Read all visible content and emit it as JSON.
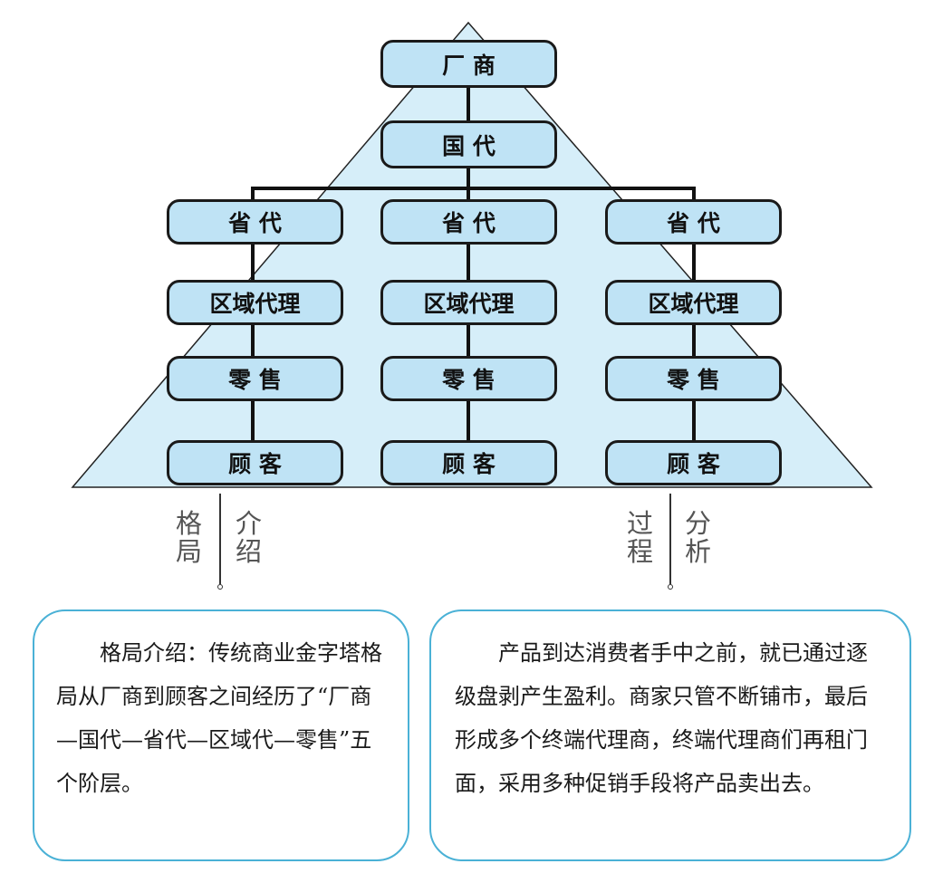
{
  "colors": {
    "triangle_fill": "#d6eef9",
    "node_fill": "#bfe3f5",
    "node_border": "#1a1a1a",
    "panel_border": "#4ab1d6",
    "label_text": "#555555"
  },
  "diagram": {
    "top_node": "厂 商",
    "second_node": "国 代",
    "branches": [
      {
        "province": "省 代",
        "region": "区域代理",
        "retail": "零 售",
        "customer": "顾 客"
      },
      {
        "province": "省 代",
        "region": "区域代理",
        "retail": "零 售",
        "customer": "顾 客"
      },
      {
        "province": "省 代",
        "region": "区域代理",
        "retail": "零 售",
        "customer": "顾 客"
      }
    ]
  },
  "labels": {
    "left": {
      "col1": "格局",
      "col2": "介绍"
    },
    "right": {
      "col1": "过程",
      "col2": "分析"
    }
  },
  "panels": {
    "left_text": "格局介绍：传统商业金字塔格局从厂商到顾客之间经历了“厂商—国代—省代—区域代—零售”五个阶层。",
    "right_text": "产品到达消费者手中之前，就已通过逐级盘剥产生盈利。商家只管不断铺市，最后形成多个终端代理商，终端代理商们再租门面，采用多种促销手段将产品卖出去。"
  }
}
